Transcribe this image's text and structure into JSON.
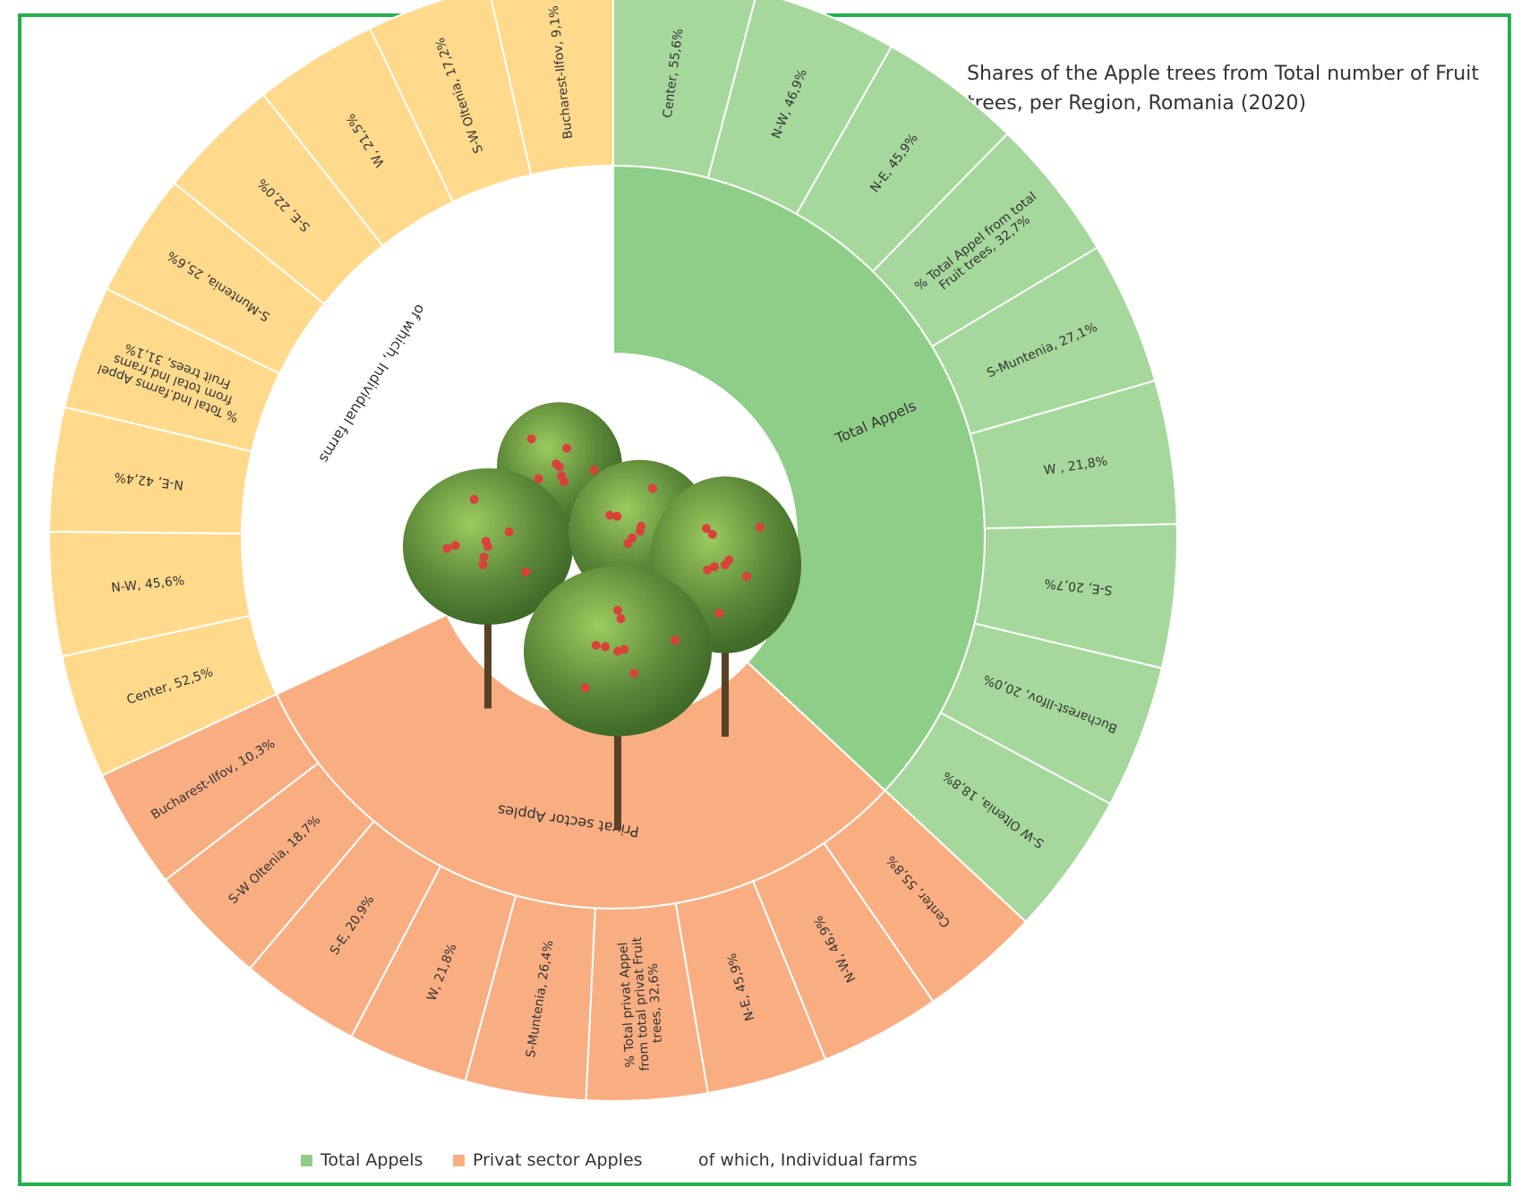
{
  "chart_data": {
    "type": "sunburst",
    "title": "Shares of the Apple trees from Total number of  Fruit trees, per Region, Romania (2020)",
    "groups": [
      {
        "name": "Total Appels",
        "color": "#8fce88",
        "label_color": "#a6d79c",
        "slices": [
          {
            "label": "Center, 55,6%",
            "region": "Center",
            "value": 55.6
          },
          {
            "label": "N-W, 46,9%",
            "region": "N-W",
            "value": 46.9
          },
          {
            "label": "N-E, 45,9%",
            "region": "N-E",
            "value": 45.9
          },
          {
            "label": "% Total Appel from total Fruit trees, 32,7%",
            "region": "% Total Appel from total Fruit trees",
            "value": 32.7
          },
          {
            "label": "S-Muntenia, 27,1%",
            "region": "S-Muntenia",
            "value": 27.1
          },
          {
            "label": "W , 21,8%",
            "region": "W",
            "value": 21.8
          },
          {
            "label": "S-E, 20,7%",
            "region": "S-E",
            "value": 20.7
          },
          {
            "label": "Bucharest-Ilfov, 20,0%",
            "region": "Bucharest-Ilfov",
            "value": 20.0
          },
          {
            "label": "S-W Oltenia, 18,8%",
            "region": "S-W Oltenia",
            "value": 18.8
          }
        ]
      },
      {
        "name": "Privat sector Apples",
        "color": "#f9ae82",
        "label_color": "#f9ae82",
        "slices": [
          {
            "label": "Center, 55,8%",
            "region": "Center",
            "value": 55.8
          },
          {
            "label": "N-W, 46,9%",
            "region": "N-W",
            "value": 46.9
          },
          {
            "label": "N-E, 45,9%",
            "region": "N-E",
            "value": 45.9
          },
          {
            "label": "% Total privat Appel from total privat Fruit trees, 32,6%",
            "region": "% Total privat Appel from total privat Fruit trees",
            "value": 32.6
          },
          {
            "label": "S-Muntenia, 26,4%",
            "region": "S-Muntenia",
            "value": 26.4
          },
          {
            "label": "W, 21,8%",
            "region": "W",
            "value": 21.8
          },
          {
            "label": "S-E, 20,9%",
            "region": "S-E",
            "value": 20.9
          },
          {
            "label": "S-W Oltenia, 18,7%",
            "region": "S-W Oltenia",
            "value": 18.7
          },
          {
            "label": "Bucharest-Ilfov, 10,3%",
            "region": "Bucharest-Ilfov",
            "value": 10.3
          }
        ]
      },
      {
        "name": "of which, Individual farms",
        "color": "#ffffff",
        "label_color": "#ffffff",
        "slices": [
          {
            "label": "Center, 52,5%",
            "region": "Center",
            "value": 52.5
          },
          {
            "label": "N-W, 45,6%",
            "region": "N-W",
            "value": 45.6
          },
          {
            "label": "N-E, 42,4%",
            "region": "N-E",
            "value": 42.4
          },
          {
            "label": "% Total Ind.farms Appel from total Ind.frams Fruit trees, 31,1%",
            "region": "% Total Ind.farms Appel from total Ind.frams Fruit trees",
            "value": 31.1
          },
          {
            "label": "S-Muntenia, 25,6%",
            "region": "S-Muntenia",
            "value": 25.6
          },
          {
            "label": "S-E, 22,0%",
            "region": "S-E",
            "value": 22.0
          },
          {
            "label": "W, 21,5%",
            "region": "W",
            "value": 21.5
          },
          {
            "label": "S-W Oltenia, 17,2%",
            "region": "S-W Oltenia",
            "value": 17.2
          },
          {
            "label": "Bucharest-Ilfov, 9,1%",
            "region": "Bucharest-Ilfov",
            "value": 9.1
          }
        ]
      }
    ],
    "outer_ring_color": "#ffd98c",
    "legend": {
      "position": "bottom",
      "items": [
        "Total Appels",
        "Privat sector Apples",
        "of which, Individual farms"
      ]
    }
  },
  "legend": {
    "items": [
      {
        "label": "Total Appels",
        "color": "#8fce88"
      },
      {
        "label": "Privat sector Apples",
        "color": "#f9ae82"
      },
      {
        "label": "of which, Individual farms",
        "color": "#ffffff"
      }
    ]
  },
  "center_image": {
    "icon": "apple-trees-icon",
    "foliage_color": "#5e8a3a",
    "fruit_color": "#d9413b",
    "trunk_color": "#5a4128"
  }
}
